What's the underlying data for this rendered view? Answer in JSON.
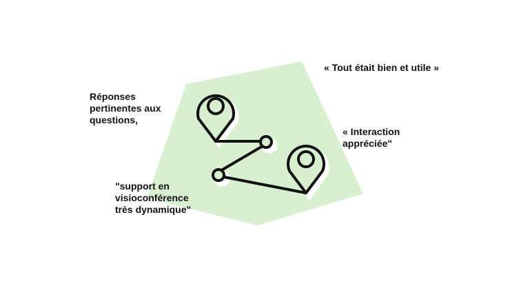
{
  "colors": {
    "shape_fill": "#d8efd0",
    "stroke": "#111111",
    "shadow": "#ffffff"
  },
  "icons": [
    "map-pin-icon",
    "map-pin-icon",
    "route-node",
    "route-node"
  ],
  "quotes": {
    "top_right": "« Tout était bien et utile »",
    "left": " Réponses\npertinentes aux\nquestions,",
    "right": "« Interaction\nappréciée\"",
    "bottom_left": "\"support en\nvisioconférence\ntrès dynamique\""
  }
}
